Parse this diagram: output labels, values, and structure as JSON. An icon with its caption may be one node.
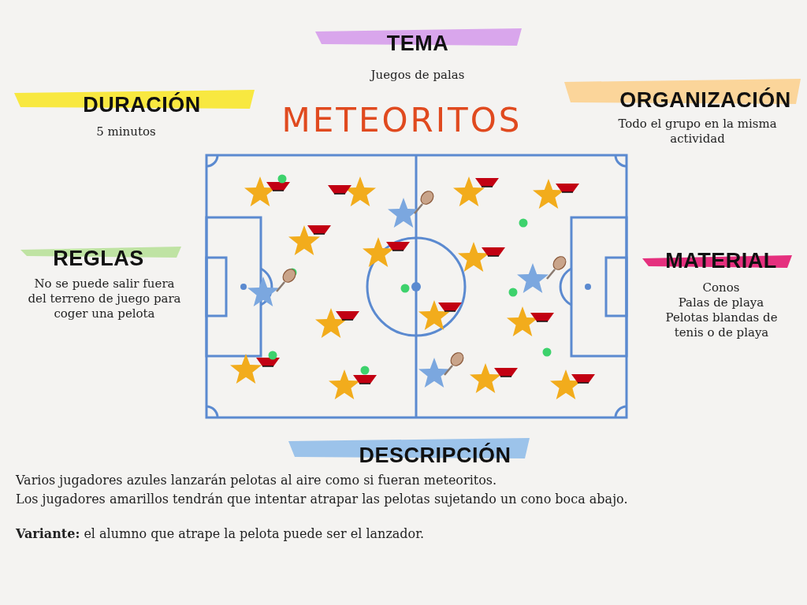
{
  "diagram": {
    "title": "METEORITOS",
    "labels": [
      "TEMA",
      "Juegos de palas",
      "DURACIÓN",
      "ORGANIZACIÓN",
      "5 minutos",
      "Todo el grupo en la misma actividad",
      "REGLAS",
      "MATERIAL",
      "No se puede salir fuera del terreno de juego para coger una pelota",
      "Conos",
      "Palas de playa",
      "Pelotas blandas de tenis o de playa",
      "DESCRIPCIÓN",
      "Varios jugadores azules lanzarán pelotas al aire como si fueran meteoritos.",
      "Los jugadores amarillos tendrán que intentar atrapar las pelotas sujetando un cono boca abajo.",
      "**Variante:** el alumno que atrape la pelota puede ser el lanzador."
    ]
  }
}
